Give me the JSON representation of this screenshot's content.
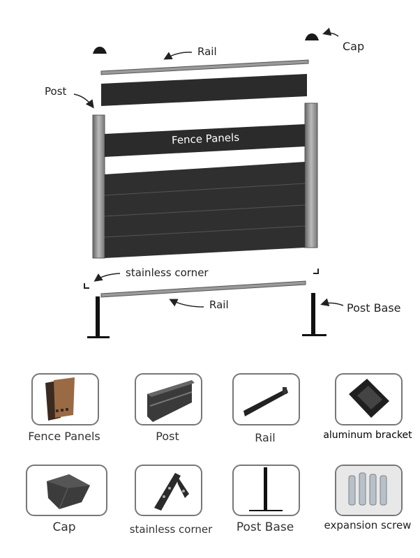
{
  "diagram": {
    "labels": {
      "cap": "Cap",
      "rail_top": "Rail",
      "post": "Post",
      "fence_panels": "Fence Panels",
      "stainless_corner": "stainless corner",
      "rail_bottom": "Rail",
      "post_base": "Post Base"
    }
  },
  "parts": [
    {
      "label": "Fence Panels",
      "icon": "fence-panel-icon"
    },
    {
      "label": "Post",
      "icon": "post-icon"
    },
    {
      "label": "Rail",
      "icon": "rail-icon"
    },
    {
      "label": "aluminum bracket",
      "icon": "bracket-icon"
    },
    {
      "label": "Cap",
      "icon": "cap-icon"
    },
    {
      "label": "stainless corner",
      "icon": "corner-icon"
    },
    {
      "label": "Post Base",
      "icon": "post-base-icon"
    },
    {
      "label": "expansion screw",
      "icon": "screw-icon"
    }
  ],
  "colors": {
    "panel": "#2b2b2b",
    "post": "#8a8a8a",
    "border": "#777777"
  }
}
